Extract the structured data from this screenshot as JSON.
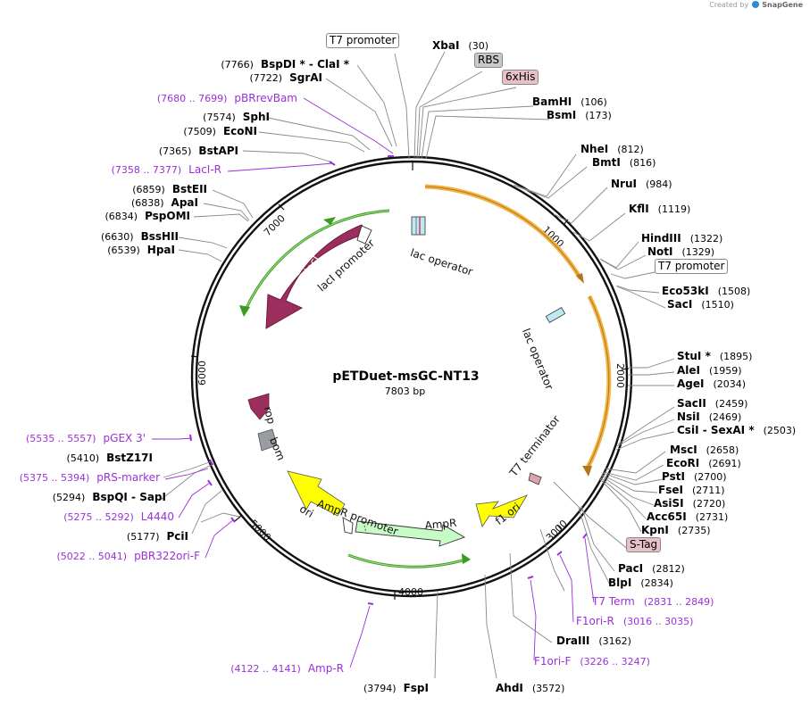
{
  "credit": {
    "text": "Created by",
    "brand": "SnapGene"
  },
  "plasmid": {
    "name": "pETDuet-msGC-NT13",
    "size": "7803 bp",
    "total_bp": 7803
  },
  "ticks": [
    "1000",
    "2000",
    "3000",
    "4000",
    "5000",
    "6000",
    "7000"
  ],
  "sites": [
    {
      "name": "T7 promoter",
      "boxed": true
    },
    {
      "name": "XbaI",
      "pos": "(30)"
    },
    {
      "name": "RBS",
      "boxed": true,
      "fill": "#c9c9c9"
    },
    {
      "name": "6xHis",
      "boxed": true,
      "fill": "#e7c0c8"
    },
    {
      "name": "BamHI",
      "pos": "(106)"
    },
    {
      "name": "BsmI",
      "pos": "(173)"
    },
    {
      "name": "NheI",
      "pos": "(812)"
    },
    {
      "name": "BmtI",
      "pos": "(816)"
    },
    {
      "name": "NruI",
      "pos": "(984)"
    },
    {
      "name": "KflI",
      "pos": "(1119)"
    },
    {
      "name": "HindIII",
      "pos": "(1322)"
    },
    {
      "name": "NotI",
      "pos": "(1329)"
    },
    {
      "name": "T7 promoter",
      "boxed": true
    },
    {
      "name": "Eco53kI",
      "pos": "(1508)"
    },
    {
      "name": "SacI",
      "pos": "(1510)"
    },
    {
      "name": "StuI *",
      "pos": "(1895)"
    },
    {
      "name": "AleI",
      "pos": "(1959)"
    },
    {
      "name": "AgeI",
      "pos": "(2034)"
    },
    {
      "name": "SacII",
      "pos": "(2459)"
    },
    {
      "name": "NsiI",
      "pos": "(2469)"
    },
    {
      "name": "CsiI  -  SexAI *",
      "pos": "(2503)"
    },
    {
      "name": "MscI",
      "pos": "(2658)"
    },
    {
      "name": "EcoRI",
      "pos": "(2691)"
    },
    {
      "name": "PstI",
      "pos": "(2700)"
    },
    {
      "name": "FseI",
      "pos": "(2711)"
    },
    {
      "name": "AsiSI",
      "pos": "(2720)"
    },
    {
      "name": "Acc65I",
      "pos": "(2731)"
    },
    {
      "name": "KpnI",
      "pos": "(2735)"
    },
    {
      "name": "S-Tag",
      "boxed": true,
      "fill": "#e7c0c8"
    },
    {
      "name": "PacI",
      "pos": "(2812)"
    },
    {
      "name": "BlpI",
      "pos": "(2834)"
    },
    {
      "name": "T7 Term",
      "pos": "(2831 .. 2849)",
      "primer": true
    },
    {
      "name": "F1ori-R",
      "pos": "(3016 .. 3035)",
      "primer": true
    },
    {
      "name": "DraIII",
      "pos": "(3162)"
    },
    {
      "name": "F1ori-F",
      "pos": "(3226 .. 3247)",
      "primer": true
    },
    {
      "name": "AhdI",
      "pos": "(3572)"
    },
    {
      "name": "FspI",
      "pos": "(3794)"
    },
    {
      "name": "Amp-R",
      "pos": "(4122 .. 4141)",
      "primer": true
    },
    {
      "name": "pBR322ori-F",
      "pos": "(5022 .. 5041)",
      "primer": true
    },
    {
      "name": "PciI",
      "pos": "(5177)"
    },
    {
      "name": "L4440",
      "pos": "(5275 .. 5292)",
      "primer": true
    },
    {
      "name": "BspQI  -  SapI",
      "pos": "(5294)"
    },
    {
      "name": "pRS-marker",
      "pos": "(5375 .. 5394)",
      "primer": true
    },
    {
      "name": "BstZ17I",
      "pos": "(5410)"
    },
    {
      "name": "pGEX 3'",
      "pos": "(5535 .. 5557)",
      "primer": true
    },
    {
      "name": "HpaI",
      "pos": "(6539)"
    },
    {
      "name": "BssHII",
      "pos": "(6630)"
    },
    {
      "name": "PspOMI",
      "pos": "(6834)"
    },
    {
      "name": "ApaI",
      "pos": "(6838)"
    },
    {
      "name": "BstEII",
      "pos": "(6859)"
    },
    {
      "name": "LacI-R",
      "pos": "(7358 .. 7377)",
      "primer": true
    },
    {
      "name": "BstAPI",
      "pos": "(7365)"
    },
    {
      "name": "EcoNI",
      "pos": "(7509)"
    },
    {
      "name": "SphI",
      "pos": "(7574)"
    },
    {
      "name": "pBRrevBam",
      "pos": "(7680 .. 7699)",
      "primer": true
    },
    {
      "name": "SgrAI",
      "pos": "(7722)"
    },
    {
      "name": "BspDI *  -  ClaI *",
      "pos": "(7766)"
    }
  ],
  "features": [
    {
      "name": "lac operator"
    },
    {
      "name": "lac operator"
    },
    {
      "name": "T7 terminator"
    },
    {
      "name": "f1 ori"
    },
    {
      "name": "AmpR"
    },
    {
      "name": "AmpR promoter"
    },
    {
      "name": "ori"
    },
    {
      "name": "bom"
    },
    {
      "name": "rop"
    },
    {
      "name": "lacI"
    },
    {
      "name": "lacI promoter"
    }
  ],
  "colors": {
    "primer": "#9b30d9",
    "orf_orange": "#f2b447",
    "orf_green": "#3a9b22",
    "lacI": "#9b2e5c",
    "ori": "#ffff00",
    "ampR": "#c7fcc7"
  }
}
